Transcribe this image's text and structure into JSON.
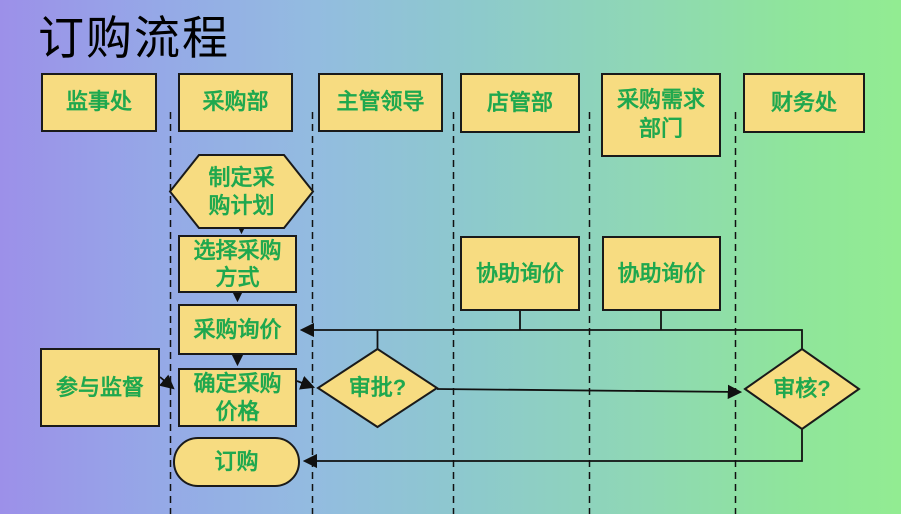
{
  "slide": {
    "title": "订购流程",
    "colors": {
      "background_left": "#9C90E9",
      "background_right": "#92EC92",
      "node_fill": "#F7DC81",
      "node_border": "#1A1A1A",
      "node_text_green": "#1FA84E",
      "title_text": "#000000",
      "connector": "#111111"
    },
    "lanes": [
      {
        "label": "监事处"
      },
      {
        "label": "采购部"
      },
      {
        "label": "主管领导"
      },
      {
        "label": "店管部"
      },
      {
        "label": "采购需求部门"
      },
      {
        "label": "财务处"
      }
    ],
    "nodes": {
      "make_plan": {
        "type": "hexagon",
        "label": "制定采购计划",
        "lines": [
          "制定采",
          "购计划"
        ]
      },
      "select_method": {
        "type": "process",
        "label": "选择采购方式",
        "lines": [
          "选择采购",
          "方式"
        ]
      },
      "inquiry": {
        "type": "process",
        "label": "采购询价"
      },
      "set_price": {
        "type": "process",
        "label": "确定采购价格",
        "lines": [
          "确定采购",
          "价格"
        ]
      },
      "order": {
        "type": "terminator",
        "label": "订购"
      },
      "supervise": {
        "type": "process",
        "label": "参与监督"
      },
      "assist_inquiry_store": {
        "type": "process",
        "label": "协助询价"
      },
      "assist_inquiry_demand": {
        "type": "process",
        "label": "协助询价"
      },
      "approve": {
        "type": "decision",
        "label": "审批?"
      },
      "review": {
        "type": "decision",
        "label": "审核?"
      }
    }
  }
}
